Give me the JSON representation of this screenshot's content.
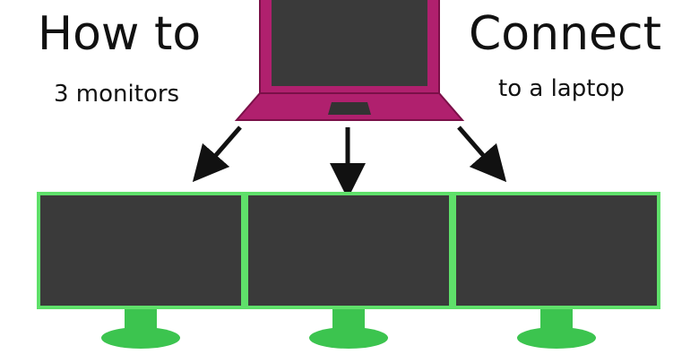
{
  "title": {
    "line1": "How to",
    "line2": "Connect",
    "sub1": "3 monitors",
    "sub2": "to a laptop"
  },
  "colors": {
    "laptop_body": "#b0206e",
    "laptop_outline": "#7a1048",
    "screen": "#3a3a3a",
    "monitor_bezel": "#5fe06a",
    "monitor_stand": "#3cc44f",
    "arrow": "#111111"
  },
  "monitors": [
    {
      "id": "left"
    },
    {
      "id": "center"
    },
    {
      "id": "right"
    }
  ]
}
